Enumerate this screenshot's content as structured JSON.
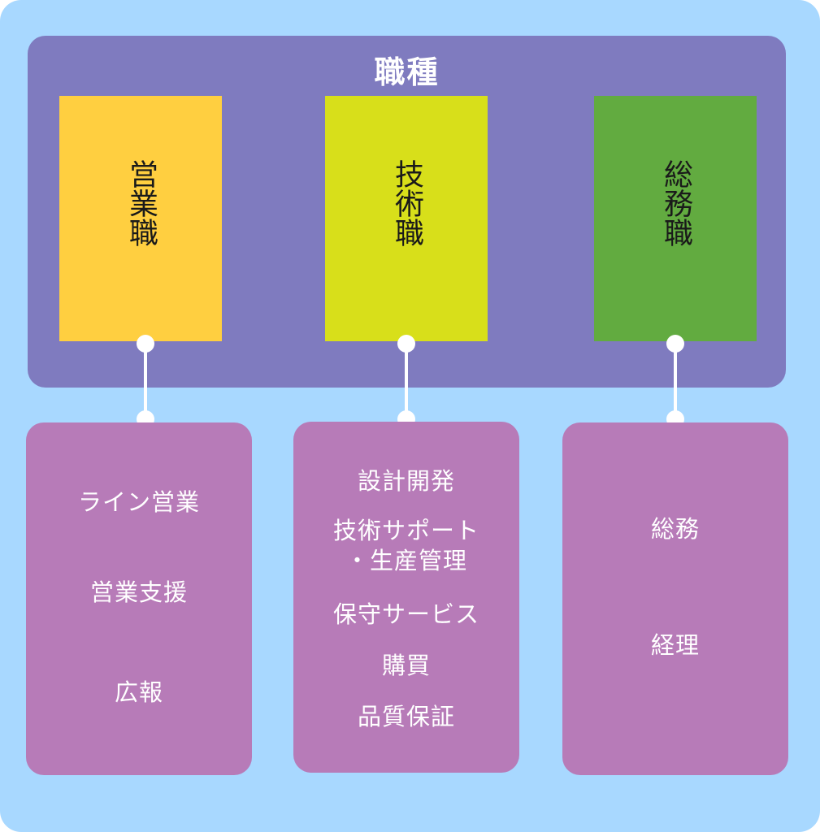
{
  "title": "職種",
  "categories": [
    {
      "label": "営業職",
      "color": "#ffcf40"
    },
    {
      "label": "技術職",
      "color": "#d8df1a"
    },
    {
      "label": "総務職",
      "color": "#62ab40"
    }
  ],
  "roles": {
    "sales": [
      "ライン営業",
      "営業支援",
      "広報"
    ],
    "tech": [
      "設計開発",
      "技術サポート",
      "・生産管理",
      "保守サービス",
      "購買",
      "品質保証"
    ],
    "ga": [
      "総務",
      "経理"
    ]
  },
  "colors": {
    "background": "#a8d8ff",
    "panel": "#7f7bbf",
    "role_box": "#b77bb8",
    "connector": "#ffffff"
  }
}
